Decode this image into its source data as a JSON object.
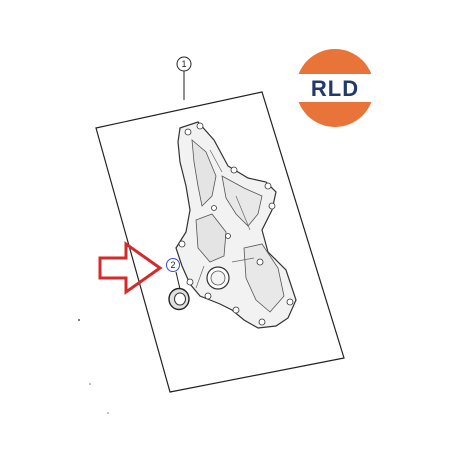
{
  "diagram": {
    "callouts": [
      {
        "label": "1",
        "part": "timing-cover"
      },
      {
        "label": "2",
        "part": "crankshaft-seal"
      }
    ]
  },
  "logo": {
    "text": "RLD",
    "colors": {
      "ring": "#e8743a",
      "text": "#1f3a6b",
      "background": "#ffffff"
    }
  },
  "colors": {
    "arrow": "#d42a2a",
    "line": "#222222",
    "callout2_ring": "#3b4fd0"
  }
}
